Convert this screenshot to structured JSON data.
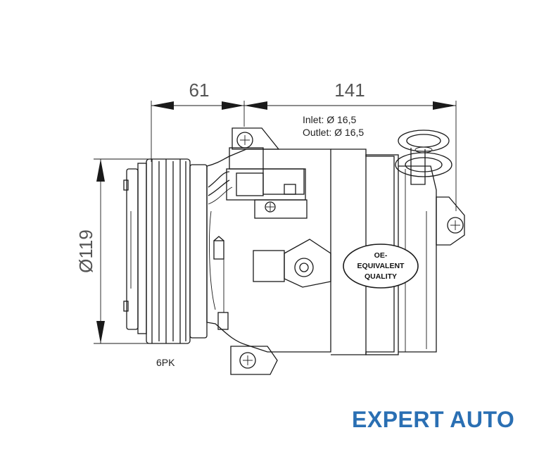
{
  "diagram": {
    "dimension_top_left": "61",
    "dimension_top_right": "141",
    "dimension_diameter": "Ø119",
    "inlet_label": "Inlet: Ø 16,5",
    "outlet_label": "Outlet: Ø 16,5",
    "pulley_label": "6PK",
    "badge_line1": "OE-",
    "badge_line2": "EQUIVALENT",
    "badge_line3": "QUALITY"
  },
  "brand": {
    "text": "EXPERT AUTO",
    "color": "#2a6fb3"
  }
}
